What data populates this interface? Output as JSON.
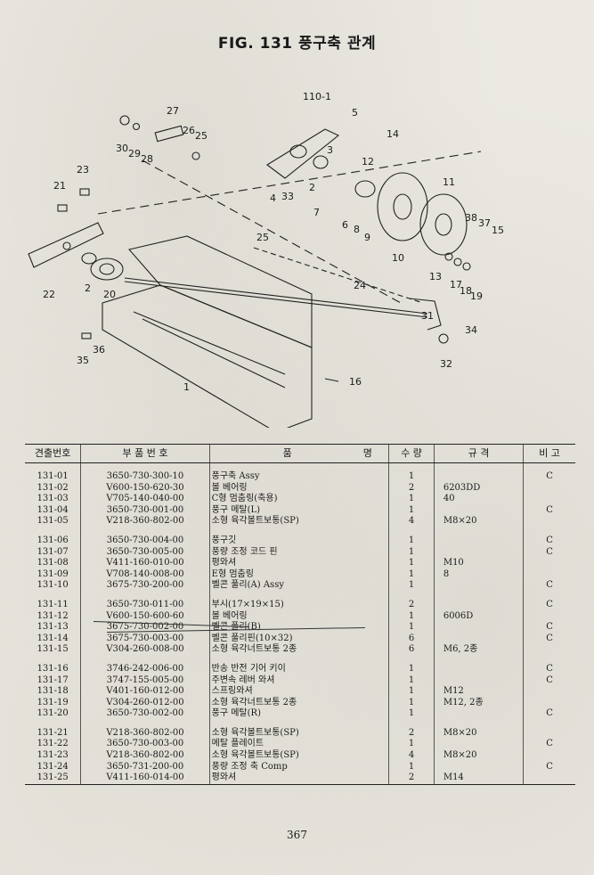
{
  "figure": {
    "title": "FIG. 131 풍구축 관계",
    "callouts": [
      "110-1",
      "5",
      "14",
      "27",
      "26",
      "25",
      "30",
      "29",
      "28",
      "3",
      "12",
      "11",
      "4",
      "2",
      "33",
      "7",
      "6",
      "8",
      "9",
      "10",
      "38",
      "37",
      "15",
      "21",
      "23",
      "25",
      "22",
      "2",
      "20",
      "24",
      "13",
      "17",
      "18",
      "19",
      "31",
      "34",
      "36",
      "35",
      "32",
      "16",
      "1"
    ]
  },
  "table": {
    "headers": {
      "no": "견출번호",
      "part_no": "부 품 번 호",
      "name_a": "품",
      "name_b": "명",
      "qty": "수 량",
      "spec": "규 격",
      "remark": "비 고"
    },
    "groups": [
      [
        {
          "no": "131-01",
          "part_no": "3650-730-300-10",
          "name": "풍구축 Assy",
          "qty": "1",
          "spec": "",
          "remark": "C"
        },
        {
          "no": "131-02",
          "part_no": "V600-150-620-30",
          "name": "볼 베어링",
          "qty": "2",
          "spec": "6203DD",
          "remark": ""
        },
        {
          "no": "131-03",
          "part_no": "V705-140-040-00",
          "name": "C형 멈춤링(축용)",
          "qty": "1",
          "spec": "40",
          "remark": ""
        },
        {
          "no": "131-04",
          "part_no": "3650-730-001-00",
          "name": "풍구 메탈(L)",
          "qty": "1",
          "spec": "",
          "remark": "C"
        },
        {
          "no": "131-05",
          "part_no": "V218-360-802-00",
          "name": "소형 육각볼트보통(SP)",
          "qty": "4",
          "spec": "M8×20",
          "remark": ""
        }
      ],
      [
        {
          "no": "131-06",
          "part_no": "3650-730-004-00",
          "name": "풍구깃",
          "qty": "1",
          "spec": "",
          "remark": "C"
        },
        {
          "no": "131-07",
          "part_no": "3650-730-005-00",
          "name": "풍량 조정 코드 핀",
          "qty": "1",
          "spec": "",
          "remark": "C"
        },
        {
          "no": "131-08",
          "part_no": "V411-160-010-00",
          "name": "평와셔",
          "qty": "1",
          "spec": "M10",
          "remark": ""
        },
        {
          "no": "131-09",
          "part_no": "V708-140-008-00",
          "name": "E형 멈춤링",
          "qty": "1",
          "spec": "8",
          "remark": ""
        },
        {
          "no": "131-10",
          "part_no": "3675-730-200-00",
          "name": "벨콘 풀리(A) Assy",
          "qty": "1",
          "spec": "",
          "remark": "C"
        }
      ],
      [
        {
          "no": "131-11",
          "part_no": "3650-730-011-00",
          "name": "부시(17×19×15)",
          "qty": "2",
          "spec": "",
          "remark": "C"
        },
        {
          "no": "131-12",
          "part_no": "V600-150-600-60",
          "name": "볼 베어링",
          "qty": "1",
          "spec": "6006D",
          "remark": ""
        },
        {
          "no": "131-13",
          "part_no": "3675-730-002-00",
          "name": "벨콘 풀리(B)",
          "qty": "1",
          "spec": "",
          "remark": "C"
        },
        {
          "no": "131-14",
          "part_no": "3675-730-003-00",
          "name": "벨콘 풀리핀(10×32)",
          "qty": "6",
          "spec": "",
          "remark": "C"
        },
        {
          "no": "131-15",
          "part_no": "V304-260-008-00",
          "name": "소형 육각너트보통 2종",
          "qty": "6",
          "spec": "M6, 2종",
          "remark": ""
        }
      ],
      [
        {
          "no": "131-16",
          "part_no": "3746-242-006-00",
          "name": "반송 반전 기어 키이",
          "qty": "1",
          "spec": "",
          "remark": "C"
        },
        {
          "no": "131-17",
          "part_no": "3747-155-005-00",
          "name": "주변속 레버 와셔",
          "qty": "1",
          "spec": "",
          "remark": "C"
        },
        {
          "no": "131-18",
          "part_no": "V401-160-012-00",
          "name": "스프링와셔",
          "qty": "1",
          "spec": "M12",
          "remark": ""
        },
        {
          "no": "131-19",
          "part_no": "V304-260-012-00",
          "name": "소형 육각너트보통 2종",
          "qty": "1",
          "spec": "M12, 2종",
          "remark": ""
        },
        {
          "no": "131-20",
          "part_no": "3650-730-002-00",
          "name": "풍구 메탈(R)",
          "qty": "1",
          "spec": "",
          "remark": "C"
        }
      ],
      [
        {
          "no": "131-21",
          "part_no": "V218-360-802-00",
          "name": "소형 육각볼트보통(SP)",
          "qty": "2",
          "spec": "M8×20",
          "remark": ""
        },
        {
          "no": "131-22",
          "part_no": "3650-730-003-00",
          "name": "메탈 플레이트",
          "qty": "1",
          "spec": "",
          "remark": "C"
        },
        {
          "no": "131-23",
          "part_no": "V218-360-802-00",
          "name": "소형 육각볼트보통(SP)",
          "qty": "4",
          "spec": "M8×20",
          "remark": ""
        },
        {
          "no": "131-24",
          "part_no": "3650-731-200-00",
          "name": "풍량 조정 축 Comp",
          "qty": "1",
          "spec": "",
          "remark": "C"
        },
        {
          "no": "131-25",
          "part_no": "V411-160-014-00",
          "name": "평와셔",
          "qty": "2",
          "spec": "M14",
          "remark": ""
        }
      ]
    ]
  },
  "page_number": "367"
}
